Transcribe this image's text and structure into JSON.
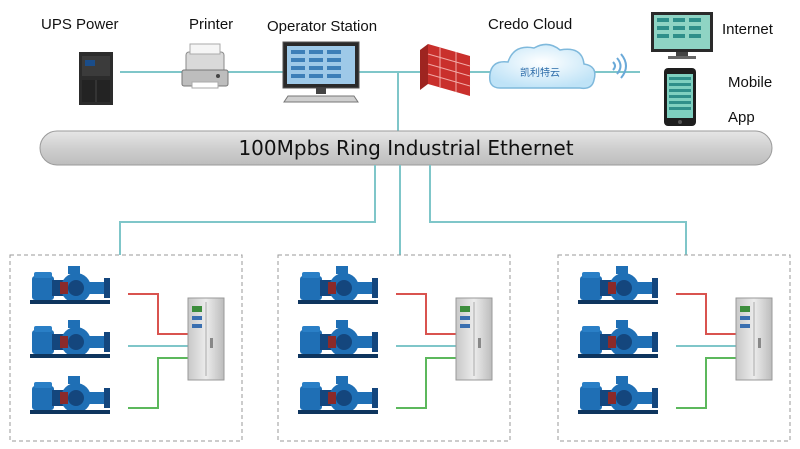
{
  "labels": {
    "ups": "UPS Power",
    "printer": "Printer",
    "operator": "Operator Station",
    "cloud": "Credo Cloud",
    "cloud_inner": "凯利特云",
    "internet": "Internet",
    "mobile_line1": "Mobile",
    "mobile_line2": "App",
    "ring": "100Mpbs Ring Industrial Ethernet"
  },
  "colors": {
    "network_line": "#7fc6c9",
    "ring_fill": "#d4d4d4",
    "pump_blue": "#1f6fb5",
    "pump_dark": "#14467d",
    "cabinet": "#dcdcdc",
    "wire_red": "#d9534f",
    "wire_green": "#5cb85c",
    "wire_cyan": "#7fc6c9",
    "firewall": "#c9302c"
  },
  "pump_groups": [
    {
      "id": "group-1"
    },
    {
      "id": "group-2"
    },
    {
      "id": "group-3"
    }
  ]
}
